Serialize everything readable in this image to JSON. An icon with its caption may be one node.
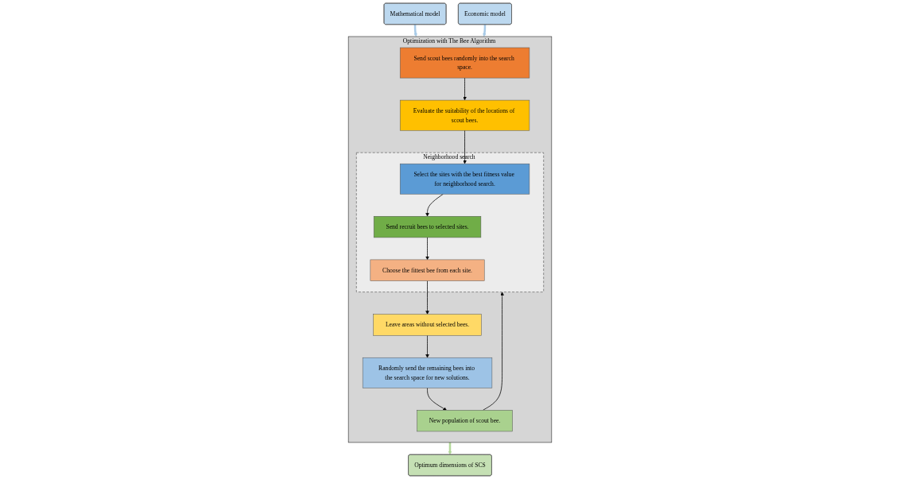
{
  "diagram": {
    "nodes": [
      {
        "text": [
          "Mathematical model"
        ]
      },
      {
        "text": [
          "Economic model"
        ]
      },
      {
        "text": [
          "Optimization with The Bee Algorithm"
        ]
      },
      {
        "text": [
          "Send scout bees randomly into the search space."
        ],
        "in": 2
      },
      {
        "text": [
          "Evaluate the suitability of the locations of scout bees."
        ],
        "in": 2
      },
      {
        "text": [
          "Neighborhood search"
        ],
        "in": 2
      },
      {
        "text": [
          "Select the sites with the best fitness value for neighborhood search."
        ],
        "in": 5
      },
      {
        "text": [
          "Send recruit bees to selected sites."
        ],
        "in": 5
      },
      {
        "text": [
          "Choose the fittest bee from each site."
        ],
        "in": 5
      },
      {
        "text": [
          "Leave areas without selected bees."
        ],
        "in": 2
      },
      {
        "text": [
          "Randomly send the remaining bees into the search space for new solutions."
        ],
        "in": 2
      },
      {
        "text": [
          "New population of scout bee."
        ],
        "in": 2
      },
      {
        "text": [
          "Optimum dimensions of SCS"
        ]
      }
    ],
    "edges": [
      {
        "from": 0,
        "to": 2,
        "arrow": "to",
        "style": "thick",
        "color": "#a9cbe8"
      },
      {
        "from": 1,
        "to": 2,
        "arrow": "to",
        "style": "thick",
        "color": "#a9cbe8"
      },
      {
        "from": 3,
        "to": 4,
        "arrow": "to"
      },
      {
        "from": 4,
        "to": 6,
        "arrow": "to"
      },
      {
        "from": 6,
        "to": 7,
        "arrow": "to"
      },
      {
        "from": 7,
        "to": 8,
        "arrow": "to"
      },
      {
        "from": 8,
        "to": 9,
        "arrow": "to"
      },
      {
        "from": 9,
        "to": 10,
        "arrow": "to"
      },
      {
        "from": 10,
        "to": 11,
        "arrow": "to"
      },
      {
        "from": 11,
        "to": 5,
        "arrow": "to"
      },
      {
        "from": 2,
        "to": 12,
        "arrow": "to",
        "style": "thick",
        "color": "#b5d99c"
      }
    ]
  }
}
